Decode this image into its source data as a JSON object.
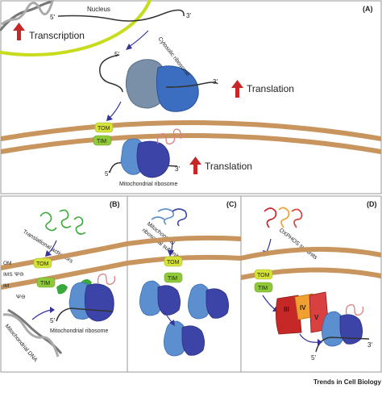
{
  "panel_a": {
    "letter": "(A)",
    "nucleus_label": "Nucleus",
    "transcription_label": "Transcription",
    "cytosolic_ribosome_label": "Cytosolic ribosome",
    "translation_cytosolic_label": "Translation",
    "tom_label": "TOM",
    "tim_label": "TIM",
    "mito_ribosome_label": "Mitochondrial ribosome",
    "translation_mito_label": "Translation",
    "five_prime": "5′",
    "three_prime": "3′"
  },
  "panel_b": {
    "letter": "(B)",
    "activators_label": "Translational activators",
    "om_label": "OM",
    "ims_label": "IMS",
    "im_label": "IM",
    "psi_label": "Ψ⊖",
    "tom_label": "TOM",
    "tim_label": "TIM",
    "mito_ribosome_label": "Mitochondrial ribosome",
    "mito_dna_label": "Mitochondrial DNA",
    "five_prime": "5′"
  },
  "panel_c": {
    "letter": "(C)",
    "subunits_label_line1": "Mitochondrial",
    "subunits_label_line2": "ribosomal subunits",
    "tom_label": "TOM",
    "tim_label": "TIM"
  },
  "panel_d": {
    "letter": "(D)",
    "oxphos_label": "OXPHOS subunits",
    "tom_label": "TOM",
    "tim_label": "TIM",
    "complex_iii_label": "III",
    "complex_iv_label": "IV",
    "complex_v_label": "V",
    "five_prime": "5′",
    "three_prime": "3′"
  },
  "footer": {
    "journal": "Trends in Cell Biology"
  },
  "colors": {
    "membrane": "#c8955e",
    "membrane_stroke": "#9a6a38",
    "nucleus_ring": "#c8dc1e",
    "tom": "#d4e23a",
    "tim": "#8fc93a",
    "ribosome_small": "#5b8fd0",
    "ribosome_large": "#3d44a8",
    "cyto_small": "#7a90a8",
    "cyto_large": "#3b6ec0",
    "activators": "#3aa83a",
    "arrow": "#c62828",
    "pathway_arrow": "#33339a"
  }
}
